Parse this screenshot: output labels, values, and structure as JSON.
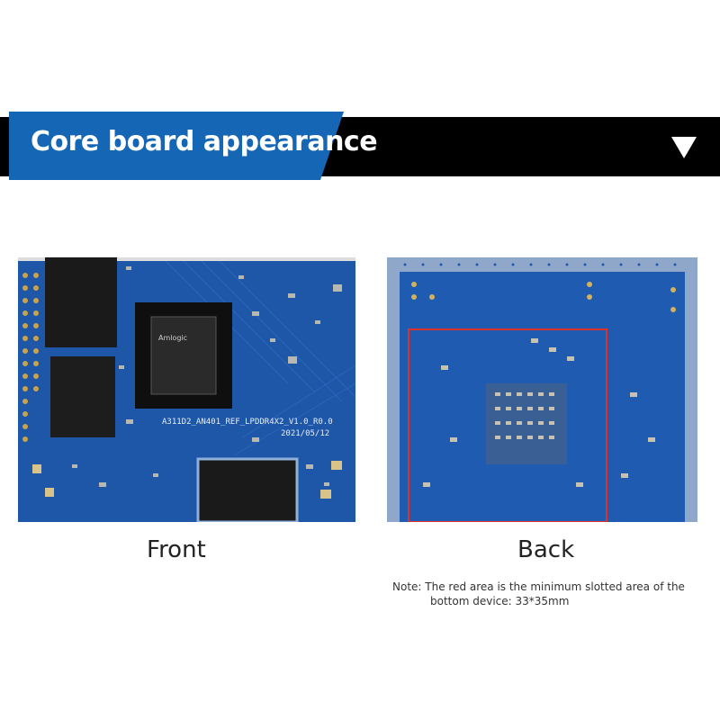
{
  "banner": {
    "title": "Core board appearance",
    "accent_color": "#1566b4",
    "bar_color": "#000000",
    "collapse_icon": "triangle-down-icon"
  },
  "photos": {
    "front": {
      "caption": "Front",
      "silkscreen": "A311D2_AN401_REF_LPDDR4X2_V1.0_R0.0",
      "date": "2021/05/12",
      "chip_brand": "Amlogic",
      "board_color": "#1f57a8"
    },
    "back": {
      "caption": "Back",
      "highlight_color": "#e0302a",
      "board_color": "#1f5bb0"
    }
  },
  "note": {
    "line1": "Note: The red area is the minimum slotted area of the",
    "line2": "bottom device: 33*35mm"
  }
}
